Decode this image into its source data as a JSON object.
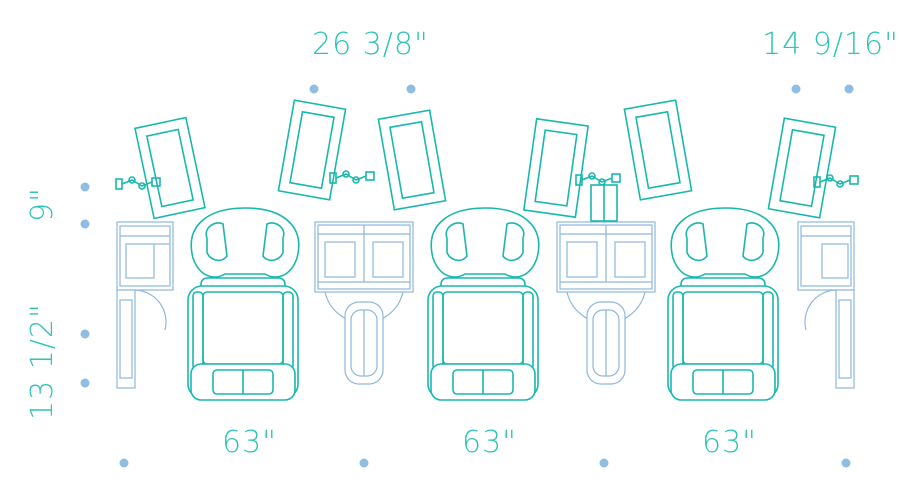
{
  "dimensions": {
    "top_left": "26 3/8\"",
    "top_right": "14 9/16\"",
    "left_upper": "9\"",
    "left_lower": "13 1/2\"",
    "bottom": [
      "63\"",
      "63\"",
      "63\""
    ]
  },
  "colors": {
    "furniture_line": "#19b8ad",
    "desk_line": "#8fb8dc",
    "dimension_text": "#2ec4b6",
    "marker_dot": "#8fbde3"
  }
}
